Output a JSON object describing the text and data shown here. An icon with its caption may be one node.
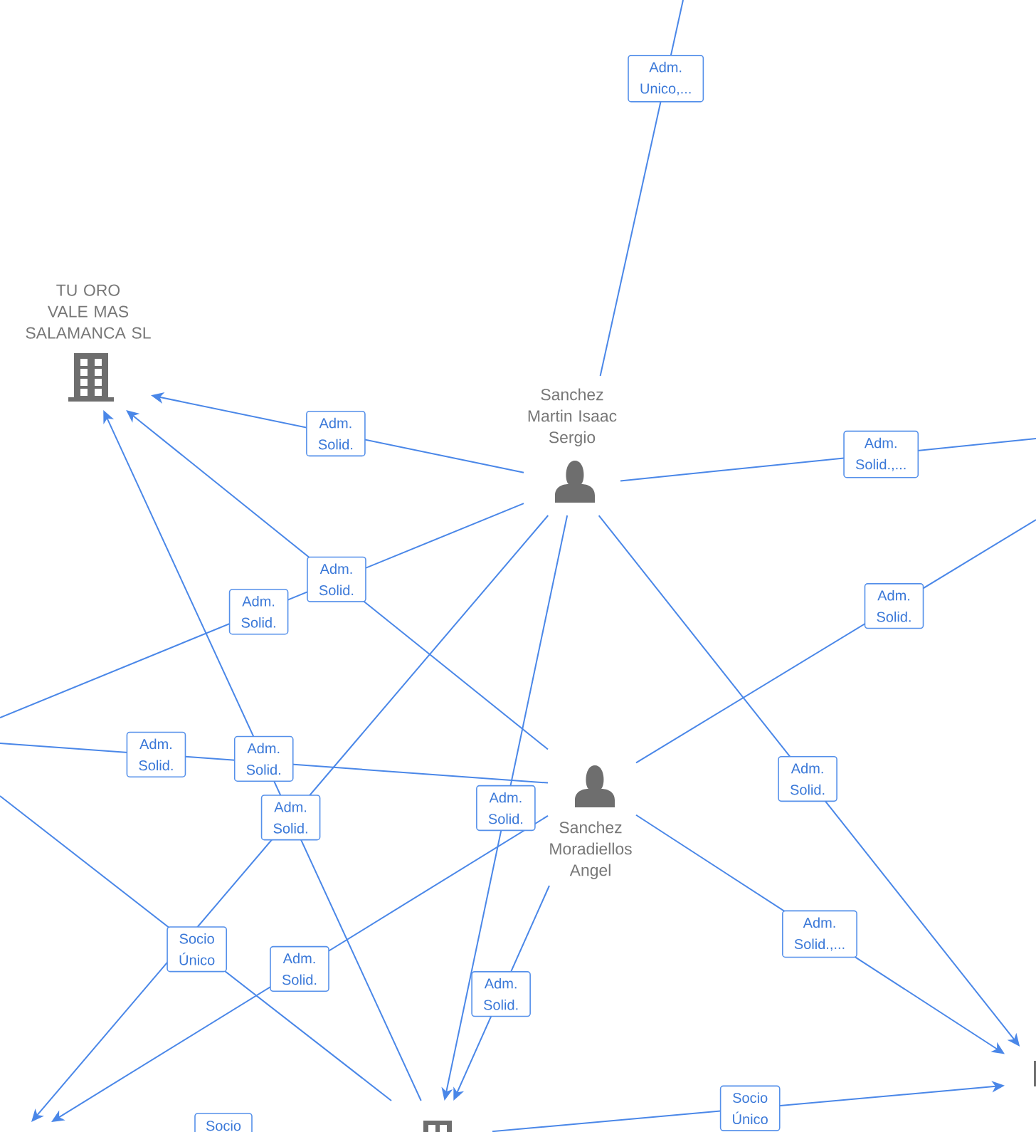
{
  "diagram": {
    "nodes": [
      {
        "text": [
          "TU ORO VALE MAS SALAMANCA SL"
        ]
      },
      {
        "text": [
          "Sanchez Martin Isaac Sergio"
        ]
      },
      {
        "text": [
          "Sanchez Moradiellos Angel"
        ]
      },
      {
        "text": [],
        "shape": "picture"
      },
      {
        "text": [],
        "shape": "bar"
      }
    ],
    "edges": [
      {
        "from": 1,
        "to": null,
        "arrow": "none",
        "label": "Adm. Unico,..."
      },
      {
        "from": 1,
        "to": 0,
        "arrow": "to",
        "label": "Adm. Solid."
      },
      {
        "from": 1,
        "to": null,
        "arrow": "none",
        "label": "Adm. Solid.,..."
      },
      {
        "from": 1,
        "to": null,
        "arrow": "none",
        "label": "Adm. Solid."
      },
      {
        "from": 2,
        "to": 0,
        "arrow": "to",
        "label": "Adm. Solid."
      },
      {
        "from": 2,
        "to": null,
        "arrow": "none",
        "label": "Adm. Solid."
      },
      {
        "from": 3,
        "to": 0,
        "arrow": "to",
        "label": "Adm. Solid."
      },
      {
        "from": 1,
        "to": null,
        "arrow": "to",
        "label": "Adm. Solid."
      },
      {
        "from": 1,
        "to": 3,
        "arrow": "to",
        "label": "Adm. Solid."
      },
      {
        "from": 2,
        "to": null,
        "arrow": "none",
        "label": "Adm. Solid."
      },
      {
        "from": 1,
        "to": 4,
        "arrow": "to",
        "label": "Adm. Solid."
      },
      {
        "from": null,
        "to": 3,
        "arrow": "none",
        "label": "Socio Único"
      },
      {
        "from": 2,
        "to": null,
        "arrow": "to",
        "label": "Adm. Solid."
      },
      {
        "from": 2,
        "to": 3,
        "arrow": "to",
        "label": "Adm. Solid."
      },
      {
        "from": 2,
        "to": 4,
        "arrow": "to",
        "label": "Adm. Solid.,..."
      },
      {
        "from": 3,
        "to": 4,
        "arrow": "to",
        "label": "Socio Único"
      }
    ],
    "labels": [
      "Socio"
    ]
  }
}
